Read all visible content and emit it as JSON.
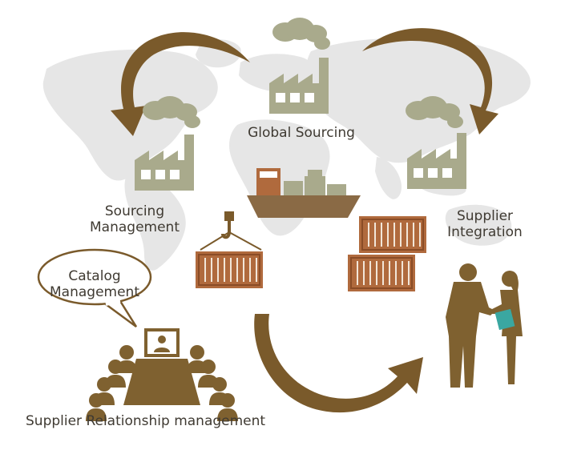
{
  "labels": {
    "global_sourcing": "Global Sourcing",
    "sourcing_management": [
      "Sourcing",
      "Management"
    ],
    "supplier_integration": [
      "Supplier",
      "Integration"
    ],
    "catalog_management": [
      "Catalog",
      "Management"
    ],
    "supplier_relationship": "Supplier Relationship management"
  },
  "colors": {
    "map": "#e6e6e6",
    "factory": "#a9aa8c",
    "smoke": "#a9aa8c",
    "arrow": "#7a5a2b",
    "container": "#b06a3d",
    "ship": "#8a6a45",
    "figure": "#7f6130",
    "text": "#3f3a32"
  },
  "icons": [
    "world-map",
    "factory-icon",
    "smoke-icon",
    "cargo-ship-icon",
    "shipping-container-icon",
    "crane-hook-icon",
    "speech-bubble-icon",
    "meeting-table-icon",
    "presentation-screen-icon",
    "handshake-icon",
    "curved-arrow-icon"
  ]
}
